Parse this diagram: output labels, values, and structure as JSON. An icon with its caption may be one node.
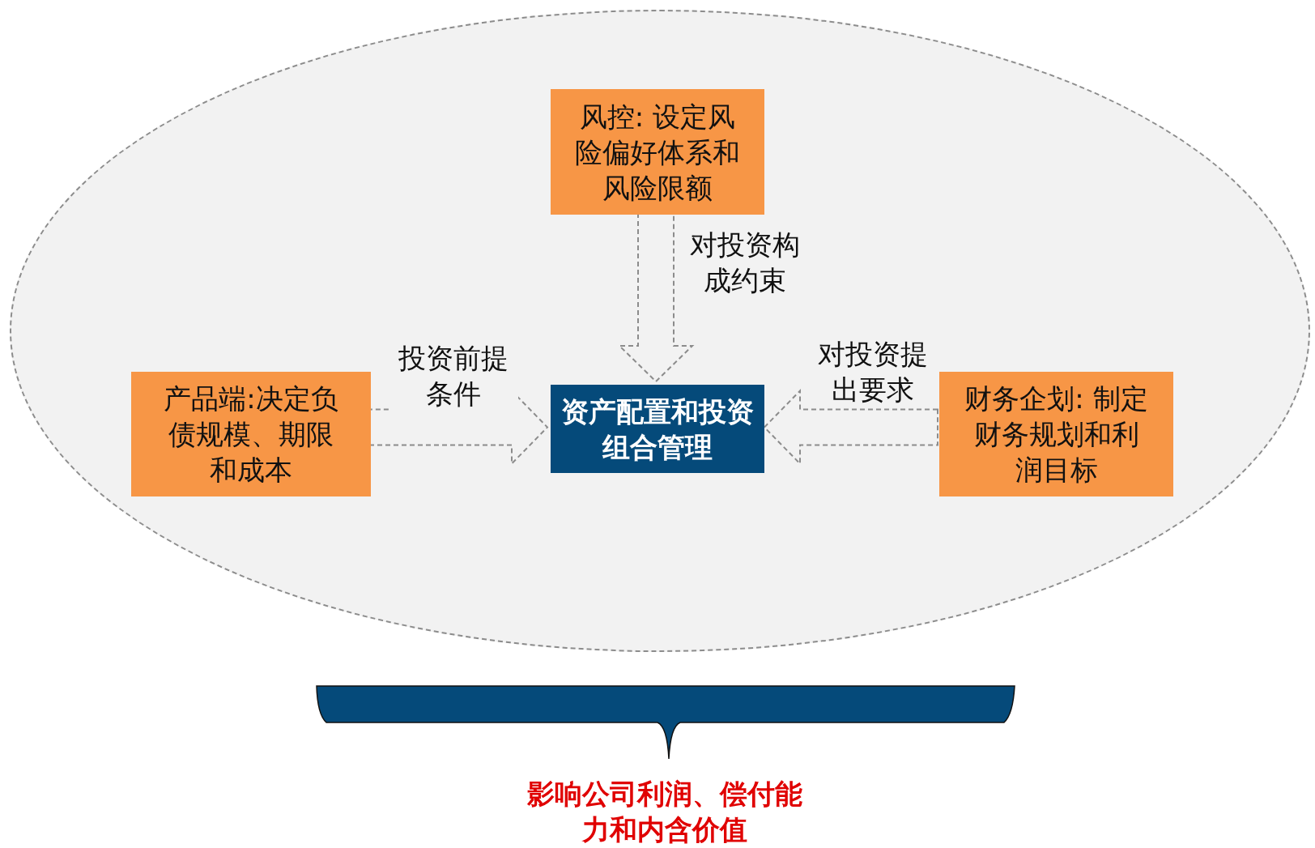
{
  "diagram": {
    "nodes": [
      {
        "text": [],
        "shape": "ellipse"
      },
      {
        "text": [
          "风控: 设定风险偏好体系和风险限额"
        ],
        "in": 0
      },
      {
        "text": [
          "产品端:决定负债规模、期限和成本"
        ],
        "in": 0
      },
      {
        "text": [
          "资产配置和投资组合管理"
        ],
        "in": 0
      },
      {
        "text": [
          "财务企划: 制定财务规划和利润目标"
        ],
        "in": 0
      }
    ],
    "edges": [
      {
        "from": 1,
        "to": 3,
        "arrow": "to",
        "label": "对投资构成约束",
        "style": "dashed"
      },
      {
        "from": 2,
        "to": 3,
        "arrow": "to",
        "label": "投资前提条件",
        "style": "dashed"
      },
      {
        "from": 4,
        "to": 3,
        "arrow": "to",
        "label": "对投资提出要求",
        "style": "dashed"
      }
    ],
    "labels": [
      "影响公司利润、偿付能力和内含价值"
    ]
  }
}
